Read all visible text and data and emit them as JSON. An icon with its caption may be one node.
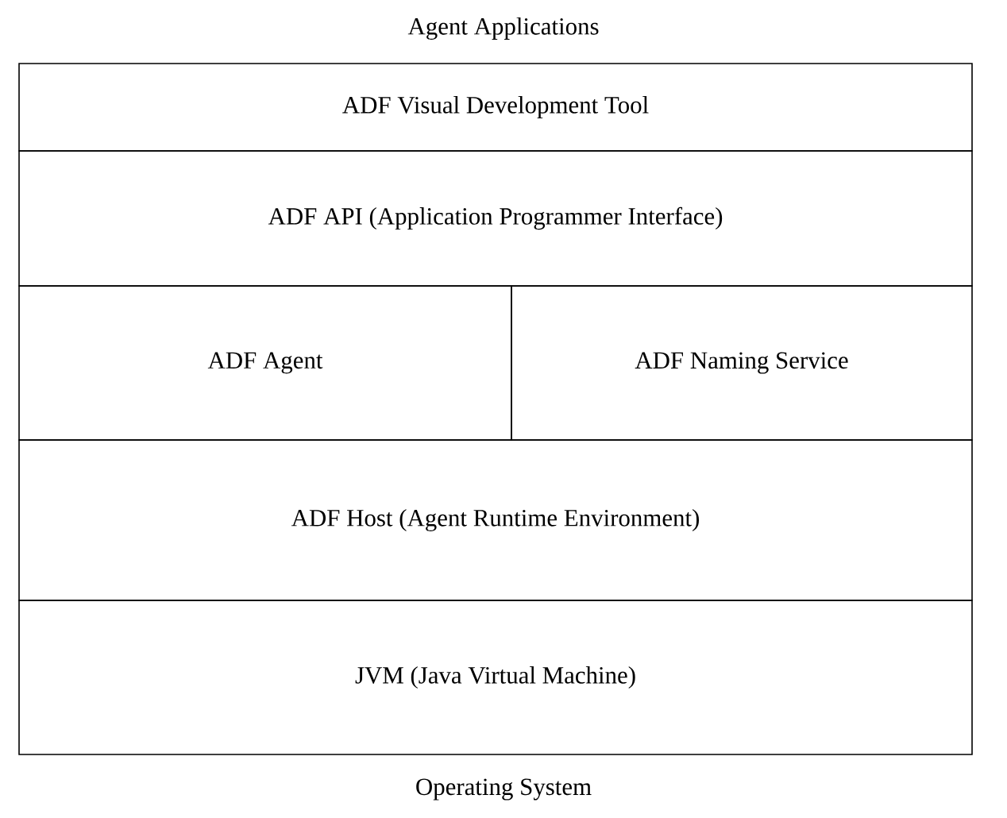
{
  "diagram": {
    "nodes": [
      {
        "text": [
          "ADF Visual Development Tool"
        ]
      },
      {
        "text": [
          "ADF API (Application Programmer Interface)"
        ]
      },
      {
        "text": [
          "ADF Agent"
        ]
      },
      {
        "text": [
          "ADF Naming Service"
        ]
      },
      {
        "text": [
          "ADF Host (Agent Runtime Environment)"
        ]
      },
      {
        "text": [
          "JVM (Java Virtual Machine)"
        ]
      }
    ],
    "labels": [
      "Agent Applications",
      "Operating System"
    ]
  }
}
